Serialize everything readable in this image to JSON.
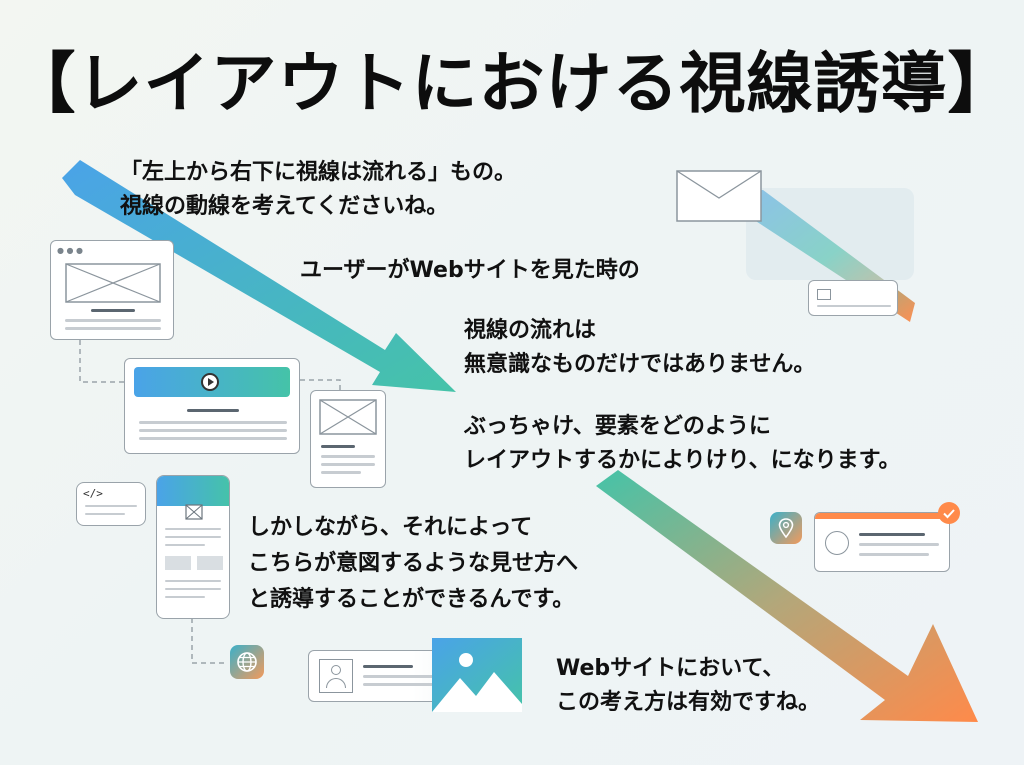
{
  "title": "【レイアウトにおける視線誘導】",
  "texts": {
    "intro": [
      "「左上から右下に視線は流れる」もの。",
      "視線の動線を考えてくださいね。"
    ],
    "when": "ユーザーがWebサイトを見た時の",
    "flow": [
      "視線の流れは",
      "無意識なものだけではありません。"
    ],
    "layout": [
      "ぶっちゃけ、要素をどのように",
      "レイアウトするかによりけり、になります。"
    ],
    "guide": [
      "しかしながら、それによって",
      "こちらが意図するような見せ方へ",
      "と誘導することができるんです。"
    ],
    "conclusion": [
      "Webサイトにおいて、",
      "この考え方は有効ですね。"
    ]
  },
  "icons": [
    "wireframe-image-icon",
    "play-icon",
    "code-icon",
    "globe-icon",
    "location-pin-icon",
    "checkmark-icon",
    "user-avatar-icon",
    "mountain-image-icon"
  ],
  "colors": {
    "arrow_start": "#4aa3e8",
    "arrow_mid": "#45c3a8",
    "arrow_end": "#ff8a4a",
    "text": "#111111"
  }
}
